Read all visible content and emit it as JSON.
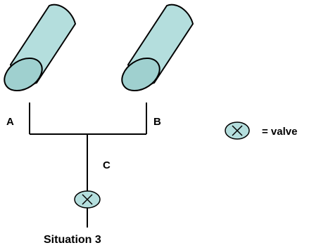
{
  "diagram": {
    "labels": {
      "a": "A",
      "b": "B",
      "c": "C",
      "legend_text": "= valve",
      "caption": "Situation 3"
    },
    "components": {
      "tank_a": "cylinder-tank",
      "tank_b": "cylinder-tank",
      "valve": "valve-icon",
      "legend_valve": "valve-icon"
    },
    "colors": {
      "tank_fill": "#b4dedd",
      "tank_top_fill": "#9fd0cf",
      "pipe": "#000000",
      "valve_fill": "#b4dedd"
    }
  }
}
